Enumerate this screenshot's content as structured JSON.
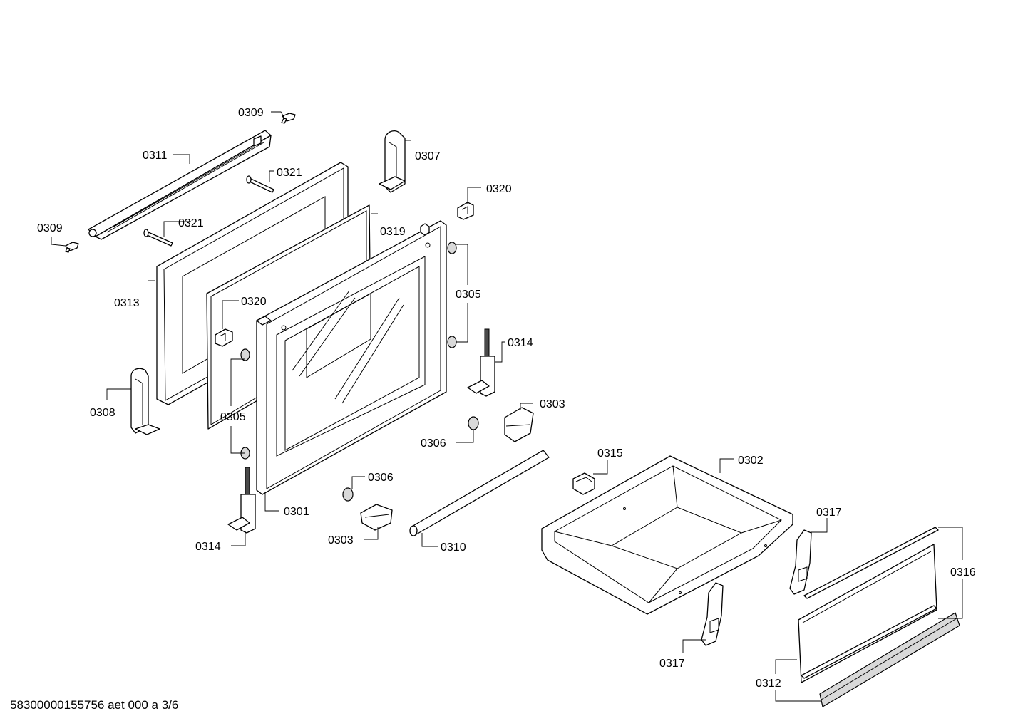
{
  "parts": {
    "p0309a": "0309",
    "p0309b": "0309",
    "p0311": "0311",
    "p0321a": "0321",
    "p0321b": "0321",
    "p0307": "0307",
    "p0320a": "0320",
    "p0320b": "0320",
    "p0319": "0319",
    "p0313": "0313",
    "p0305a": "0305",
    "p0305b": "0305",
    "p0314a": "0314",
    "p0314b": "0314",
    "p0308": "0308",
    "p0303a": "0303",
    "p0303b": "0303",
    "p0306a": "0306",
    "p0306b": "0306",
    "p0301": "0301",
    "p0310": "0310",
    "p0315": "0315",
    "p0302": "0302",
    "p0317a": "0317",
    "p0317b": "0317",
    "p0316": "0316",
    "p0312": "0312"
  },
  "footer": "58300000155756 aet 000 a 3/6"
}
